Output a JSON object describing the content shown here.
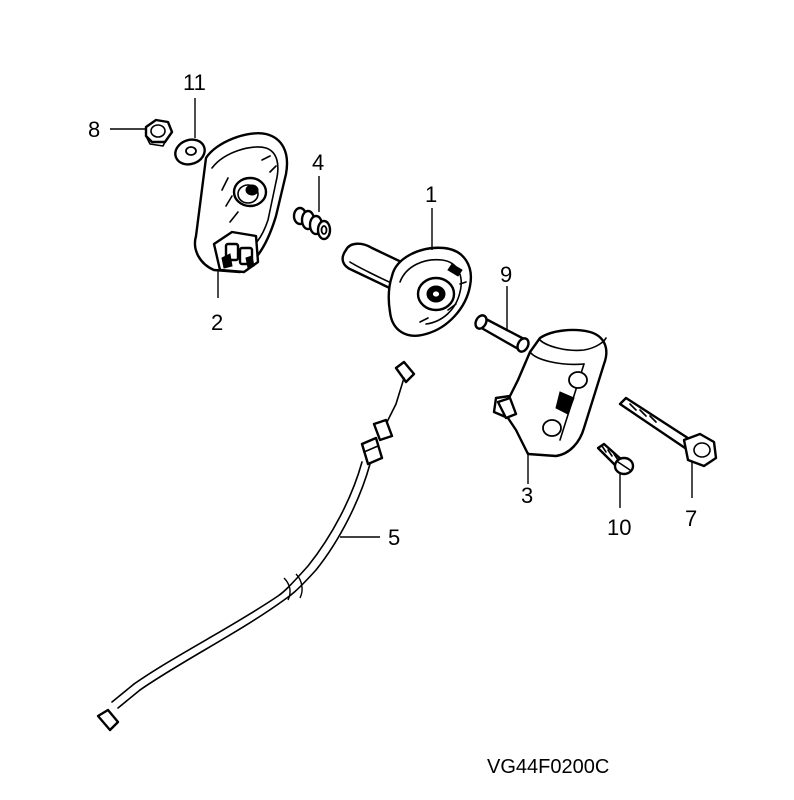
{
  "diagram": {
    "callouts": [
      {
        "id": "c1",
        "label": "1"
      },
      {
        "id": "c2",
        "label": "2"
      },
      {
        "id": "c3",
        "label": "3"
      },
      {
        "id": "c4",
        "label": "4"
      },
      {
        "id": "c5",
        "label": "5"
      },
      {
        "id": "c7",
        "label": "7"
      },
      {
        "id": "c8",
        "label": "8"
      },
      {
        "id": "c9",
        "label": "9"
      },
      {
        "id": "c10",
        "label": "10"
      },
      {
        "id": "c11",
        "label": "11"
      }
    ],
    "drawing_code": "VG44F0200C"
  }
}
